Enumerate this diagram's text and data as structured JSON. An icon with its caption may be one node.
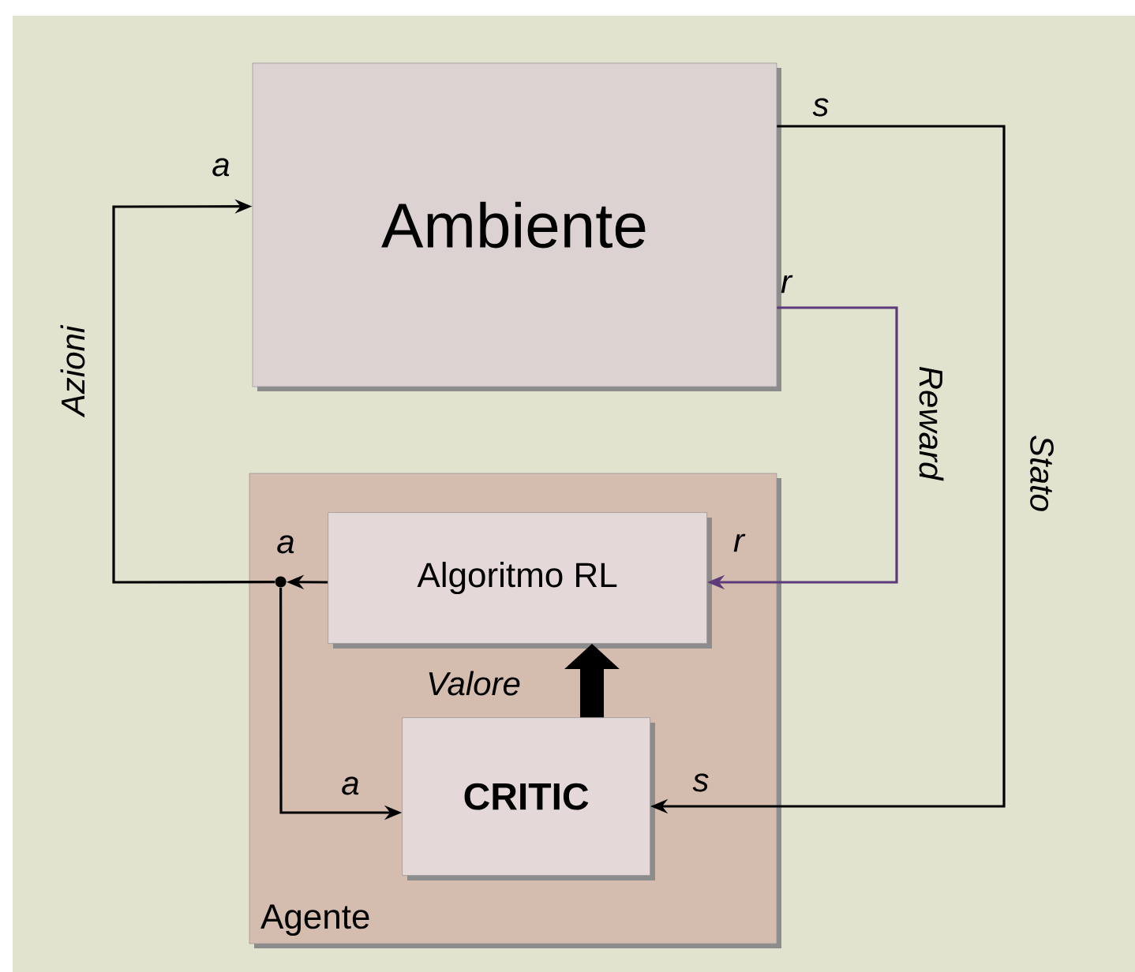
{
  "diagram": {
    "nodes": [
      {
        "text": [
          "Ambiente"
        ]
      },
      {
        "text": [
          "Agente"
        ]
      },
      {
        "text": [
          "Algoritmo RL"
        ],
        "in": 1
      },
      {
        "text": [
          "CRITIC"
        ],
        "in": 1
      },
      {
        "text": [],
        "shape": "circle",
        "in": 1
      }
    ],
    "edges": [
      {
        "from": 4,
        "to": 0,
        "arrow": "to",
        "label": "Azioni"
      },
      {
        "from": 0,
        "to": 3,
        "arrow": "to",
        "label": "Stato"
      },
      {
        "from": 0,
        "to": 2,
        "arrow": "to",
        "label": "Reward",
        "color": "#5b3b7a"
      },
      {
        "from": 2,
        "to": 4,
        "arrow": "to"
      },
      {
        "from": 4,
        "to": 3,
        "arrow": "to"
      },
      {
        "from": 3,
        "to": 2,
        "arrow": "to",
        "label": "Valore",
        "style": "thick"
      }
    ],
    "labels": [
      "s",
      "a",
      "r",
      "a",
      "r",
      "a",
      "s"
    ]
  }
}
